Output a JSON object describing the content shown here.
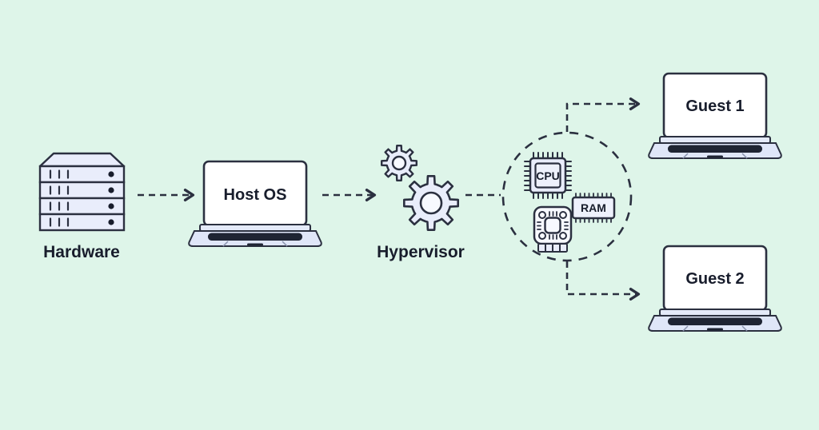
{
  "diagram": {
    "type": "virtualization-architecture",
    "nodes": {
      "hardware": {
        "label": "Hardware",
        "icon": "server-rack-icon"
      },
      "host_os": {
        "label": "Host OS",
        "icon": "laptop-icon"
      },
      "hypervisor": {
        "label": "Hypervisor",
        "icon": "gears-icon"
      },
      "resources": {
        "icon": "dashed-circle",
        "items": [
          {
            "label": "CPU",
            "icon": "cpu-chip-icon"
          },
          {
            "label": "RAM",
            "icon": "ram-module-icon"
          },
          {
            "label": "",
            "icon": "processor-chip-icon"
          }
        ]
      },
      "guest1": {
        "label": "Guest 1",
        "icon": "laptop-icon"
      },
      "guest2": {
        "label": "Guest 2",
        "icon": "laptop-icon"
      }
    },
    "connections": [
      {
        "from": "hardware",
        "to": "host_os",
        "style": "dashed-arrow"
      },
      {
        "from": "host_os",
        "to": "hypervisor",
        "style": "dashed-arrow"
      },
      {
        "from": "hypervisor",
        "to": "resources",
        "style": "dashed-line"
      },
      {
        "from": "resources",
        "to": "guest1",
        "style": "dashed-elbow-arrow"
      },
      {
        "from": "resources",
        "to": "guest2",
        "style": "dashed-elbow-arrow"
      }
    ],
    "colors": {
      "background": "#def5e9",
      "outline": "#2b3040",
      "shape_fill": "#e9edfb",
      "screen_fill": "#ffffff",
      "laptop_base": "#dfe6f8",
      "keyboard_dark": "#1e2433",
      "label_text": "#181d2c"
    }
  }
}
